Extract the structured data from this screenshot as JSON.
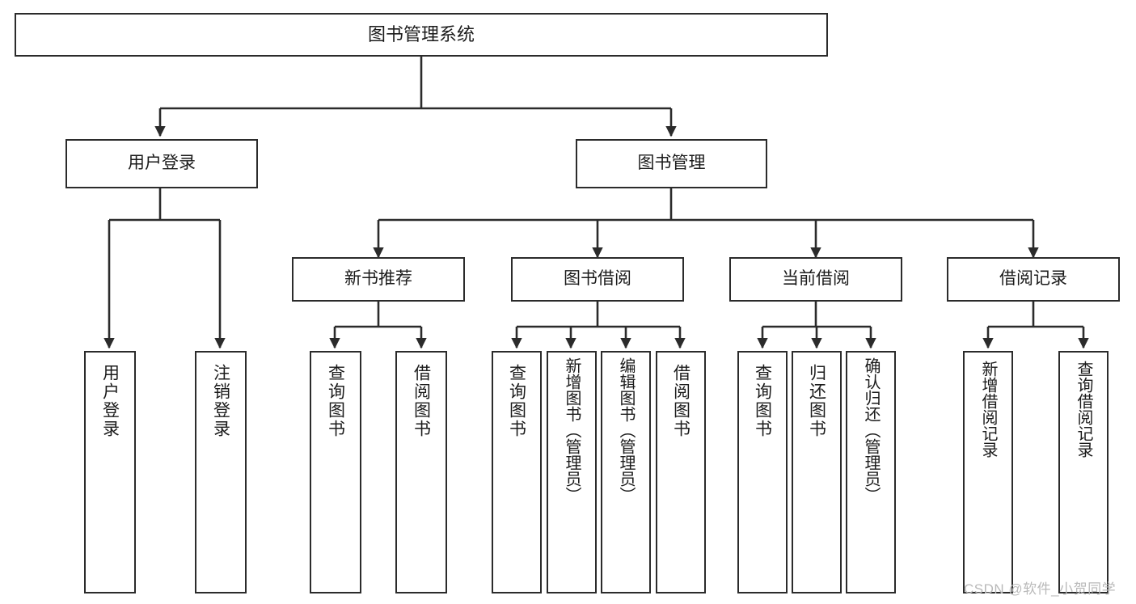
{
  "diagram": {
    "title": "图书管理系统",
    "type": "tree-hierarchy",
    "levels": [
      {
        "level": 1,
        "nodes": [
          {
            "id": "root",
            "label": "图书管理系统",
            "orientation": "horizontal"
          }
        ]
      },
      {
        "level": 2,
        "nodes": [
          {
            "id": "user-login",
            "label": "用户登录",
            "orientation": "horizontal",
            "parent": "root"
          },
          {
            "id": "book-manage",
            "label": "图书管理",
            "orientation": "horizontal",
            "parent": "root"
          }
        ]
      },
      {
        "level": 3,
        "nodes": [
          {
            "id": "new-book-rec",
            "label": "新书推荐",
            "orientation": "horizontal",
            "parent": "book-manage"
          },
          {
            "id": "book-borrow",
            "label": "图书借阅",
            "orientation": "horizontal",
            "parent": "book-manage"
          },
          {
            "id": "current-borrow",
            "label": "当前借阅",
            "orientation": "horizontal",
            "parent": "book-manage"
          },
          {
            "id": "borrow-record",
            "label": "借阅记录",
            "orientation": "horizontal",
            "parent": "book-manage"
          }
        ]
      },
      {
        "level": 4,
        "nodes": [
          {
            "id": "leaf-user-login",
            "label": "用户登录",
            "orientation": "vertical",
            "parent": "user-login"
          },
          {
            "id": "leaf-logout",
            "label": "注销登录",
            "orientation": "vertical",
            "parent": "user-login"
          },
          {
            "id": "leaf-query-book-1",
            "label": "查询图书",
            "orientation": "vertical",
            "parent": "new-book-rec"
          },
          {
            "id": "leaf-borrow-book-1",
            "label": "借阅图书",
            "orientation": "vertical",
            "parent": "new-book-rec"
          },
          {
            "id": "leaf-query-book-2",
            "label": "查询图书",
            "orientation": "vertical",
            "parent": "book-borrow"
          },
          {
            "id": "leaf-add-book",
            "label": "新增图书（管理员）",
            "orientation": "vertical",
            "parent": "book-borrow"
          },
          {
            "id": "leaf-edit-book",
            "label": "编辑图书（管理员）",
            "orientation": "vertical",
            "parent": "book-borrow"
          },
          {
            "id": "leaf-borrow-book-2",
            "label": "借阅图书",
            "orientation": "vertical",
            "parent": "book-borrow"
          },
          {
            "id": "leaf-query-book-3",
            "label": "查询图书",
            "orientation": "vertical",
            "parent": "current-borrow"
          },
          {
            "id": "leaf-return-book",
            "label": "归还图书",
            "orientation": "vertical",
            "parent": "current-borrow"
          },
          {
            "id": "leaf-confirm-return",
            "label": "确认归还（管理员）",
            "orientation": "vertical",
            "parent": "current-borrow"
          },
          {
            "id": "leaf-add-record",
            "label": "新增借阅记录",
            "orientation": "vertical",
            "parent": "borrow-record"
          },
          {
            "id": "leaf-query-record",
            "label": "查询借阅记录",
            "orientation": "vertical",
            "parent": "borrow-record"
          }
        ]
      }
    ],
    "colors": {
      "stroke": "#2b2b2b",
      "fill": "#ffffff",
      "text": "#1b1b1b",
      "watermark": "#b9b9b9"
    }
  },
  "watermark": {
    "text": "CSDN @软件_小贺同学"
  }
}
